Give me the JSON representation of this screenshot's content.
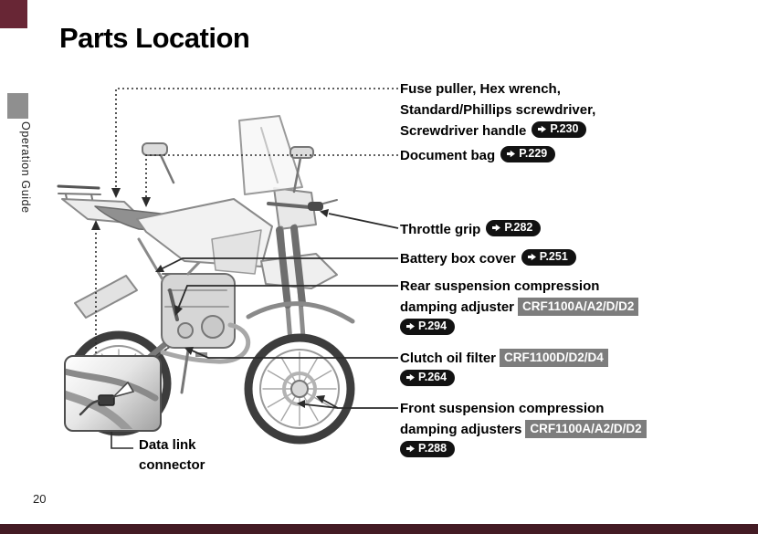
{
  "colors": {
    "accent": "#682635",
    "footer": "#441b24",
    "badge-gray": "#7d7d7d",
    "pill-black": "#121212"
  },
  "page": {
    "title": "Parts Location",
    "page_number": "20",
    "chapter_tab": "Operation Guide"
  },
  "icons": {
    "page-ref-arrow": "right-arrow"
  },
  "callouts": [
    {
      "lines": [
        "Fuse puller, Hex wrench,",
        "Standard/Phillips screwdriver,",
        "Screwdriver handle"
      ],
      "page_ref": "P.230"
    },
    {
      "lines": [
        "Document bag"
      ],
      "page_ref": "P.229"
    },
    {
      "lines": [
        "Throttle grip"
      ],
      "page_ref": "P.282"
    },
    {
      "lines": [
        "Battery box cover"
      ],
      "page_ref": "P.251"
    },
    {
      "lines": [
        "Rear suspension compression",
        "damping adjuster"
      ],
      "model": "CRF1100A/A2/D/D2",
      "page_ref": "P.294"
    },
    {
      "lines": [
        "Clutch oil filter"
      ],
      "model": "CRF1100D/D2/D4",
      "page_ref": "P.264"
    },
    {
      "lines": [
        "Front suspension compression",
        "damping adjusters"
      ],
      "model": "CRF1100A/A2/D/D2",
      "page_ref": "P.288"
    }
  ],
  "inset": {
    "label_lines": [
      "Data link",
      "connector"
    ]
  }
}
